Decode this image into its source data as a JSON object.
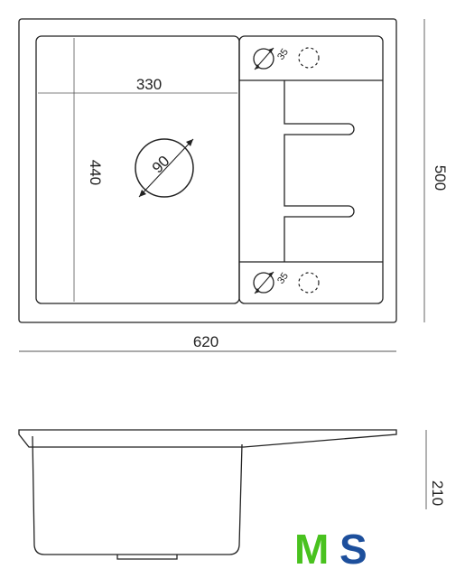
{
  "dimensions": {
    "overall_width": "620",
    "overall_depth": "500",
    "bowl_width": "330",
    "bowl_length": "440",
    "drain_diameter": "90",
    "tap_hole_top": "35",
    "tap_hole_bottom": "35",
    "bowl_depth": "210"
  },
  "logo": {
    "text": "MS",
    "left_letter": "M",
    "right_letter": "S",
    "left_color": "#49c21f",
    "right_color": "#1d4f9c"
  },
  "colors": {
    "line": "#222222",
    "dim_line": "#555555"
  }
}
